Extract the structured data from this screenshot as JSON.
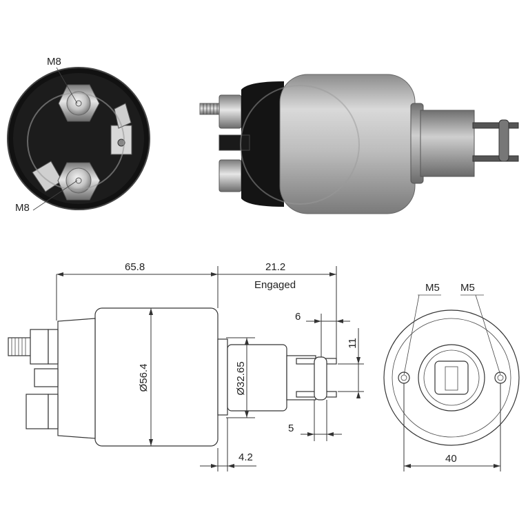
{
  "labels": {
    "m8_top": "M8",
    "m8_bottom": "M8",
    "dim_length": "65.8",
    "dim_stroke": "21.2",
    "engaged": "Engaged",
    "dim_6": "6",
    "dim_11": "11",
    "dim_diameter_body": "Ø56.4",
    "dim_diameter_plunger": "Ø32.65",
    "dim_5": "5",
    "dim_4_2": "4.2",
    "m5_left": "M5",
    "m5_right": "M5",
    "dim_40": "40"
  },
  "colors": {
    "body_silver": "#b8b8b8",
    "cap_black": "#151515",
    "line": "#333333",
    "watermark": "#9a9a9a"
  }
}
